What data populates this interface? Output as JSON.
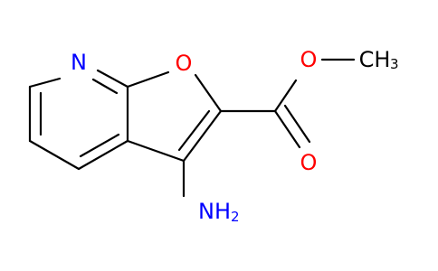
{
  "molecule": {
    "atoms": {
      "ring_nitrogen": "N",
      "furan_oxygen": "O",
      "ester_ether_oxygen": "O",
      "carbonyl_oxygen": "O",
      "methyl": {
        "main": "CH",
        "subscript": "3"
      },
      "amino": {
        "main": "NH",
        "subscript": "2"
      }
    },
    "colors": {
      "bond": "#000000",
      "nitrogen": "#0000ff",
      "oxygen": "#ff0000",
      "carbon": "#000000"
    }
  }
}
